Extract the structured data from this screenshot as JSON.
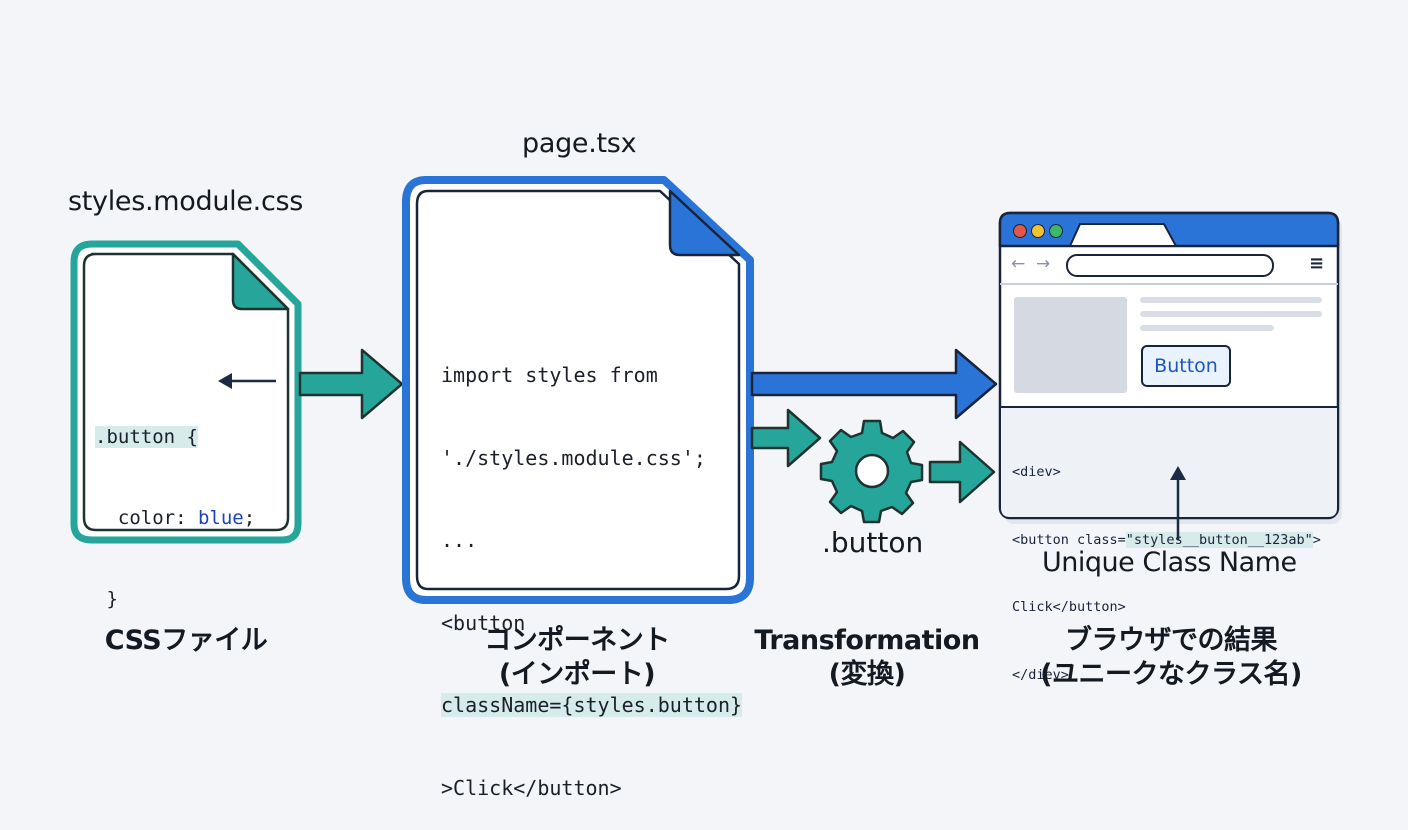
{
  "colors": {
    "teal": "#26a69a",
    "blue": "#2a74d8",
    "navy": "#1c2a44",
    "background": "#f3f5f8"
  },
  "css_file": {
    "filename": "styles.module.css",
    "code_line1": ".button {",
    "code_line2_prop": "color: ",
    "code_line2_val": "blue",
    "code_line2_end": ";",
    "code_line3": "}",
    "caption": "CSSファイル"
  },
  "component_file": {
    "filename": "page.tsx",
    "code_lines": [
      "import styles from",
      "'./styles.module.css';",
      "...",
      "<button",
      "className={styles.button}",
      ">Click</button>"
    ],
    "caption_line1": "コンポーネント",
    "caption_line2": "(インポート)"
  },
  "transform": {
    "icon": "gear-icon",
    "label": ".button",
    "caption_line1": "Transformation",
    "caption_line2": "(変換)"
  },
  "browser": {
    "button_label": "Button",
    "html_line1": "<diev>",
    "html_line2_pre": "<button class=",
    "html_line2_class": "\"styles__button__123ab\"",
    "html_line2_post": ">",
    "html_line3": "Click</button>",
    "html_line4": "</diev>",
    "annotation": "Unique Class Name",
    "caption_line1": "ブラウザでの結果",
    "caption_line2": "(ユニークなクラス名)"
  }
}
